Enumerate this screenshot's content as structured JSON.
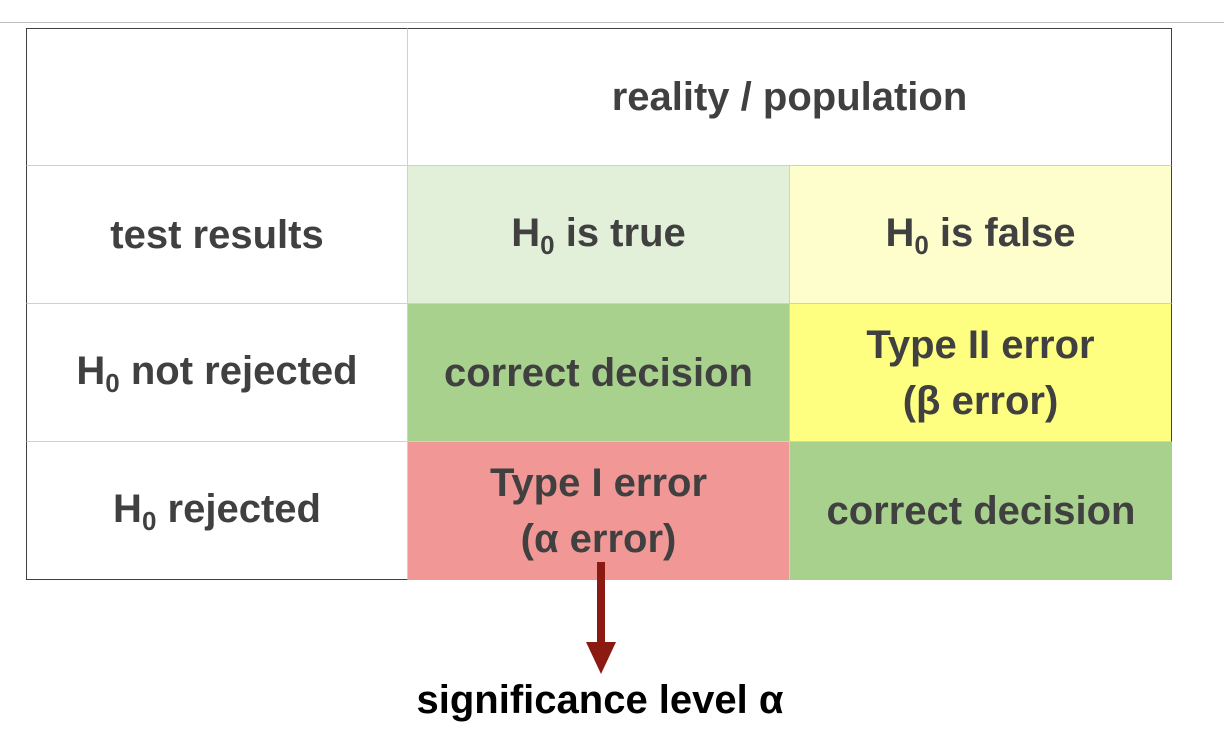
{
  "table": {
    "header": "reality / population",
    "row_label_header": "test results",
    "h0_true": {
      "symbol": "H",
      "subscript": "0",
      "rest": " is true"
    },
    "h0_false": {
      "symbol": "H",
      "subscript": "0",
      "rest": " is false"
    },
    "row_not_rejected": {
      "symbol": "H",
      "subscript": "0",
      "rest": " not rejected"
    },
    "row_rejected": {
      "symbol": "H",
      "subscript": "0",
      "rest": " rejected"
    },
    "cell_correct_1": "correct decision",
    "cell_type2": "Type II error\n(β error)",
    "cell_type1": "Type I error\n(α error)",
    "cell_correct_2": "correct decision"
  },
  "annotation": {
    "label": "significance level α"
  },
  "colors": {
    "light_green": "#e2f0d9",
    "light_yellow": "#fefecd",
    "green": "#a9d18e",
    "yellow": "#fefe80",
    "red": "#f19896",
    "arrow": "#8b1a12",
    "text": "#404040"
  }
}
